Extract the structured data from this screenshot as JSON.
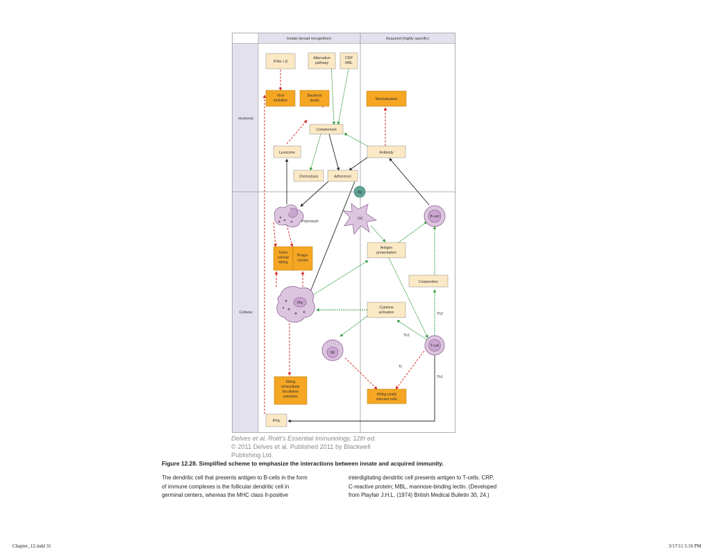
{
  "figure": {
    "columns": {
      "innate": "Innate (broad recognition)",
      "acquired": "Acquired (highly specific)"
    },
    "rows": {
      "humoral": "Humoral",
      "cellular": "Cellular"
    },
    "nodes": {
      "ifn_ab": "IFNα + β",
      "alt_pathway": [
        "Alternative",
        "pathway"
      ],
      "crp_mbl": [
        "CRP",
        "MBL"
      ],
      "viral_inhibition": [
        "Viral",
        "inhibition"
      ],
      "bacterial_death": [
        "Bacterial",
        "death"
      ],
      "neutralization": "Neutralization",
      "complement": "Complement",
      "lysozyme": "Lysozyme",
      "antibody": "Antibody",
      "chemotaxis": "Chemotaxis",
      "adherence": "Adherence",
      "ag": "Ag",
      "polymorph": "Polymorph",
      "dc": "DC",
      "bcell": "B-cell",
      "extra_cellular_killing": [
        "Extra",
        "cellular",
        "killing"
      ],
      "phagocytosis": [
        "Phago-",
        "cytosis"
      ],
      "antigen_presentation": [
        "Antigen",
        "presentation"
      ],
      "cooperation": "Cooperation",
      "mphi": "Mφ",
      "cytokine_activation": [
        "Cytokine",
        "activation"
      ],
      "th2": "Th2",
      "th1_a": "Th1",
      "nk": "NK",
      "tcell": "T-cell",
      "tc": "Tc",
      "th1_b": "Th1",
      "killing_intracellular": [
        "Killing",
        "intracellular",
        "facultative",
        "parasites"
      ],
      "killing_virally": [
        "Killing virally",
        "infected cells"
      ],
      "ifn_gamma": "IFNγ"
    },
    "colors": {
      "box_fill": "#fbe9c5",
      "effector_fill": "#f5a623",
      "header_fill": "#e3e1ee",
      "cell_fill": "#dcc6df",
      "cell_stroke": "#8a5a92",
      "ag_fill": "#5fa394",
      "green_arrow": "#2e9a3a",
      "red_arrow": "#d6312b",
      "black_arrow": "#222222"
    }
  },
  "credit": {
    "line1": "Delves et al. Roitt’s Essential Immunology, 12th ed.",
    "line2": "© 2011 Delves et al. Published 2011 by Blackwell",
    "line3": "Publishing Ltd."
  },
  "caption": {
    "title": "Figure 12.28. Simplified scheme to emphasize the interactions between innate and acquired immunity.",
    "left": [
      "The dendritic cell that presents antigen to B-cells in the form",
      "of immune complexes is the follicular dendritic cell in",
      "germinal centers, whereas the MHC class II-positive"
    ],
    "right": [
      "interdigitating dendritic cell presents antigen to T-cells. CRP,",
      "C-reactive protein; MBL, mannose-binding lectin. (Developed",
      "from Playfair J.H.L. (1974) British Medical Bulletin 30, 24.)"
    ]
  },
  "footer": {
    "left": "Chapter_12.indd   31",
    "right": "3/17/11   5:16 PM"
  }
}
